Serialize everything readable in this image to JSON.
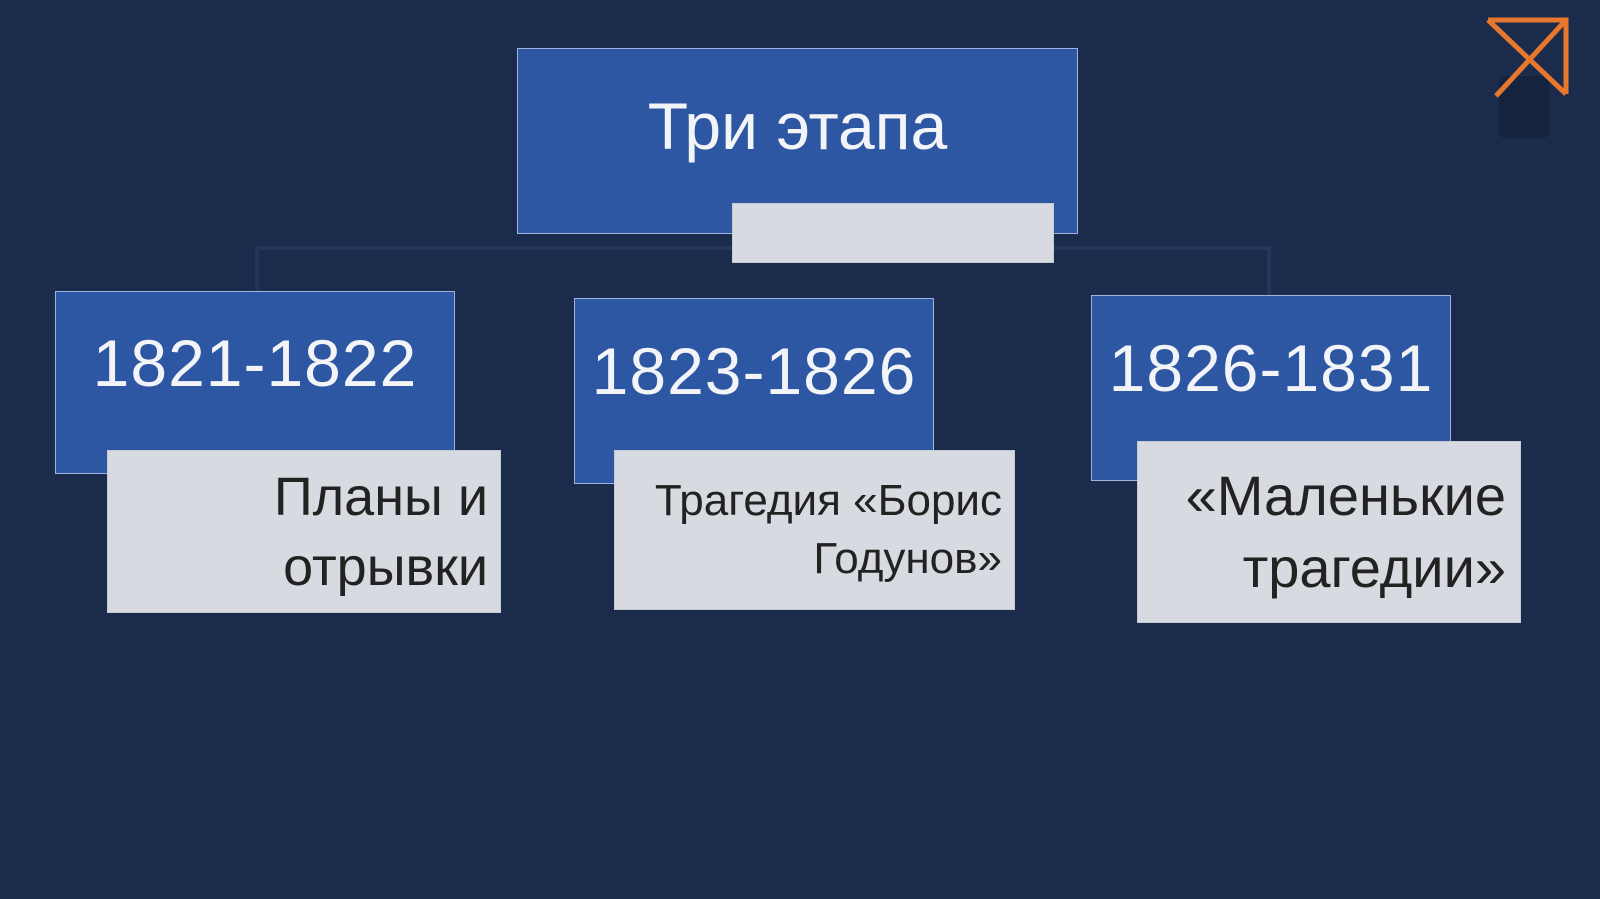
{
  "diagram": {
    "title": "Три этапа",
    "stages": [
      {
        "years": "1821-1822",
        "description": "Планы и\nотрывки"
      },
      {
        "years": "1823-1826",
        "description": "Трагедия «Борис\nГодунов»"
      },
      {
        "years": "1826-1831",
        "description": "«Маленькие\nтрагедии»"
      }
    ]
  },
  "logo": {
    "icon": "orange-x-box-icon",
    "color": "#e8772e"
  },
  "colors": {
    "background": "#1b2b4c",
    "box_blue": "#2e57a3",
    "box_grey": "#d7dae0"
  }
}
